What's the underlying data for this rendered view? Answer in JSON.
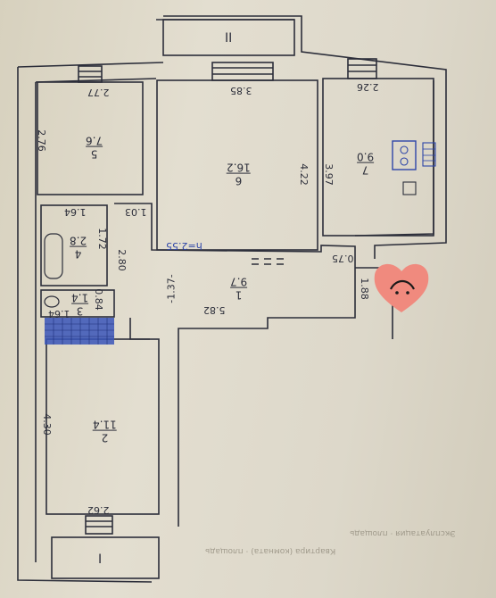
{
  "section_marks": [
    "II",
    "I"
  ],
  "rooms": [
    {
      "id": "1",
      "area": "9.7"
    },
    {
      "id": "2",
      "area": "11.4"
    },
    {
      "id": "3",
      "area": "1.4"
    },
    {
      "id": "4",
      "area": "2.8"
    },
    {
      "id": "5",
      "area": "7.6"
    },
    {
      "id": "6",
      "area": "16.2"
    },
    {
      "id": "7",
      "area": "9.0"
    }
  ],
  "dimensions": {
    "d_277": "2.77",
    "d_385": "3.85",
    "d_226": "2.26",
    "d_276": "2.76",
    "d_422": "4.22",
    "d_397": "3.97",
    "d_164a": "1.64",
    "d_103": "1.03",
    "d_172": "1.72",
    "d_280": "2.80",
    "d_084": "0.84",
    "d_164b": "1.64",
    "d_582": "5.82",
    "d_137": "-1.37-",
    "d_075": "0.75",
    "d_188": "1.88",
    "d_430": "4.30",
    "d_262": "2.62"
  },
  "ceiling_height": "h=2.55",
  "sticker_icon": "sad-face-heart-sticker",
  "colors": {
    "ink": "#2c2e3a",
    "blue": "#2d45a8",
    "sticker": "#f08a7e"
  }
}
